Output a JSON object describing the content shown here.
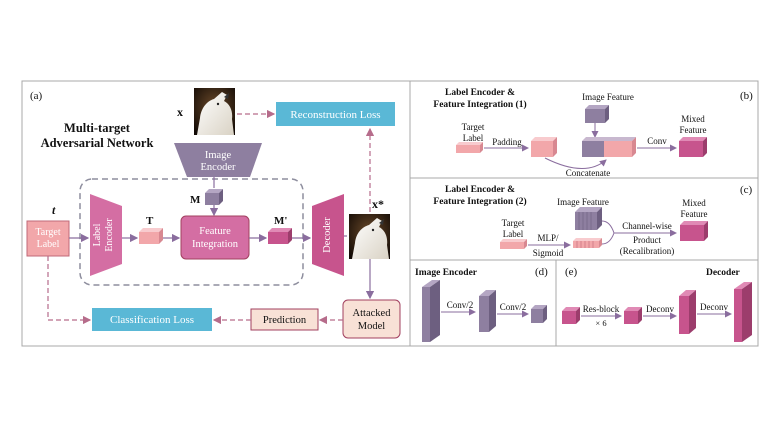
{
  "colors": {
    "frame": "#a8a8a8",
    "dash_frame": "#8e8e9e",
    "target_label_fill": "#f2a7aa",
    "target_label_stroke": "#c06a78",
    "pink_dark": "#c7548d",
    "pink_mid": "#d46ea3",
    "purple_gray": "#8e7fa0",
    "blue_box": "#5ab8d6",
    "peach_box": "#f8e1d6",
    "peach_stroke": "#a2405f",
    "dashed_arrow": "#b66c8b",
    "solid_arrow": "#8a6d9e"
  },
  "panel_a": {
    "tag": "(a)",
    "title_line1": "Multi-target",
    "title_line2": "Adversarial Network",
    "x_label": "x",
    "x_star_label": "x*",
    "t_label": "t",
    "target_label_line1": "Target",
    "target_label_line2": "Label",
    "label_encoder_line1": "Label",
    "label_encoder_line2": "Encoder",
    "T_label": "T",
    "M_label": "M",
    "M_prime_label": "M'",
    "image_encoder_line1": "Image",
    "image_encoder_line2": "Encoder",
    "feature_integration_line1": "Feature",
    "feature_integration_line2": "Integration",
    "decoder": "Decoder",
    "reconstruction_loss": "Reconstruction Loss",
    "classification_loss": "Classification Loss",
    "prediction": "Prediction",
    "attacked_model_line1": "Attacked",
    "attacked_model_line2": "Model"
  },
  "panel_b": {
    "tag": "(b)",
    "title_line1": "Label Encoder &",
    "title_line2": "Feature Integration (1)",
    "image_feature": "Image Feature",
    "target_label_line1": "Target",
    "target_label_line2": "Label",
    "padding": "Padding",
    "conv": "Conv",
    "concatenate": "Concatenate",
    "mixed_feature_line1": "Mixed",
    "mixed_feature_line2": "Feature"
  },
  "panel_c": {
    "tag": "(c)",
    "title_line1": "Label Encoder &",
    "title_line2": "Feature Integration (2)",
    "image_feature": "Image Feature",
    "target_label_line1": "Target",
    "target_label_line2": "Label",
    "mlp_line1": "MLP/",
    "mlp_line2": "Sigmoid",
    "product_line1": "Channel-wise",
    "product_line2": "Product",
    "product_line3": "(Recalibration)",
    "mixed_feature_line1": "Mixed",
    "mixed_feature_line2": "Feature"
  },
  "panel_d": {
    "tag": "(d)",
    "title": "Image Encoder",
    "conv1": "Conv/2",
    "conv2": "Conv/2"
  },
  "panel_e": {
    "tag": "(e)",
    "title": "Decoder",
    "resblock_line1": "Res-block",
    "resblock_line2": "× 6",
    "deconv1": "Deconv",
    "deconv2": "Deconv"
  }
}
